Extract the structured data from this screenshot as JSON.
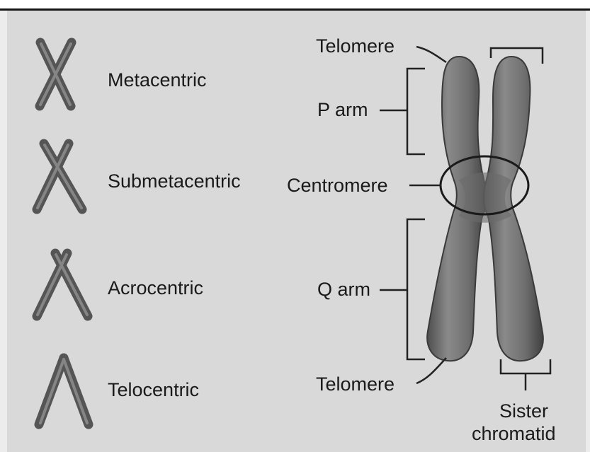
{
  "types": [
    {
      "id": "metacentric",
      "label": "Metacentric"
    },
    {
      "id": "submetacentric",
      "label": "Submetacentric"
    },
    {
      "id": "acrocentric",
      "label": "Acrocentric"
    },
    {
      "id": "telocentric",
      "label": "Telocentric"
    }
  ],
  "anatomy": {
    "telomere_top": "Telomere",
    "p_arm": "P arm",
    "centromere": "Centromere",
    "q_arm": "Q arm",
    "telomere_bottom": "Telomere",
    "sister_chromatid_line1": "Sister",
    "sister_chromatid_line2": "chromatid"
  },
  "colors": {
    "background": "#d9d9d9",
    "chromosome": "#7a7a7a",
    "chromosome_dark": "#4a4a4a",
    "line": "#222222"
  }
}
